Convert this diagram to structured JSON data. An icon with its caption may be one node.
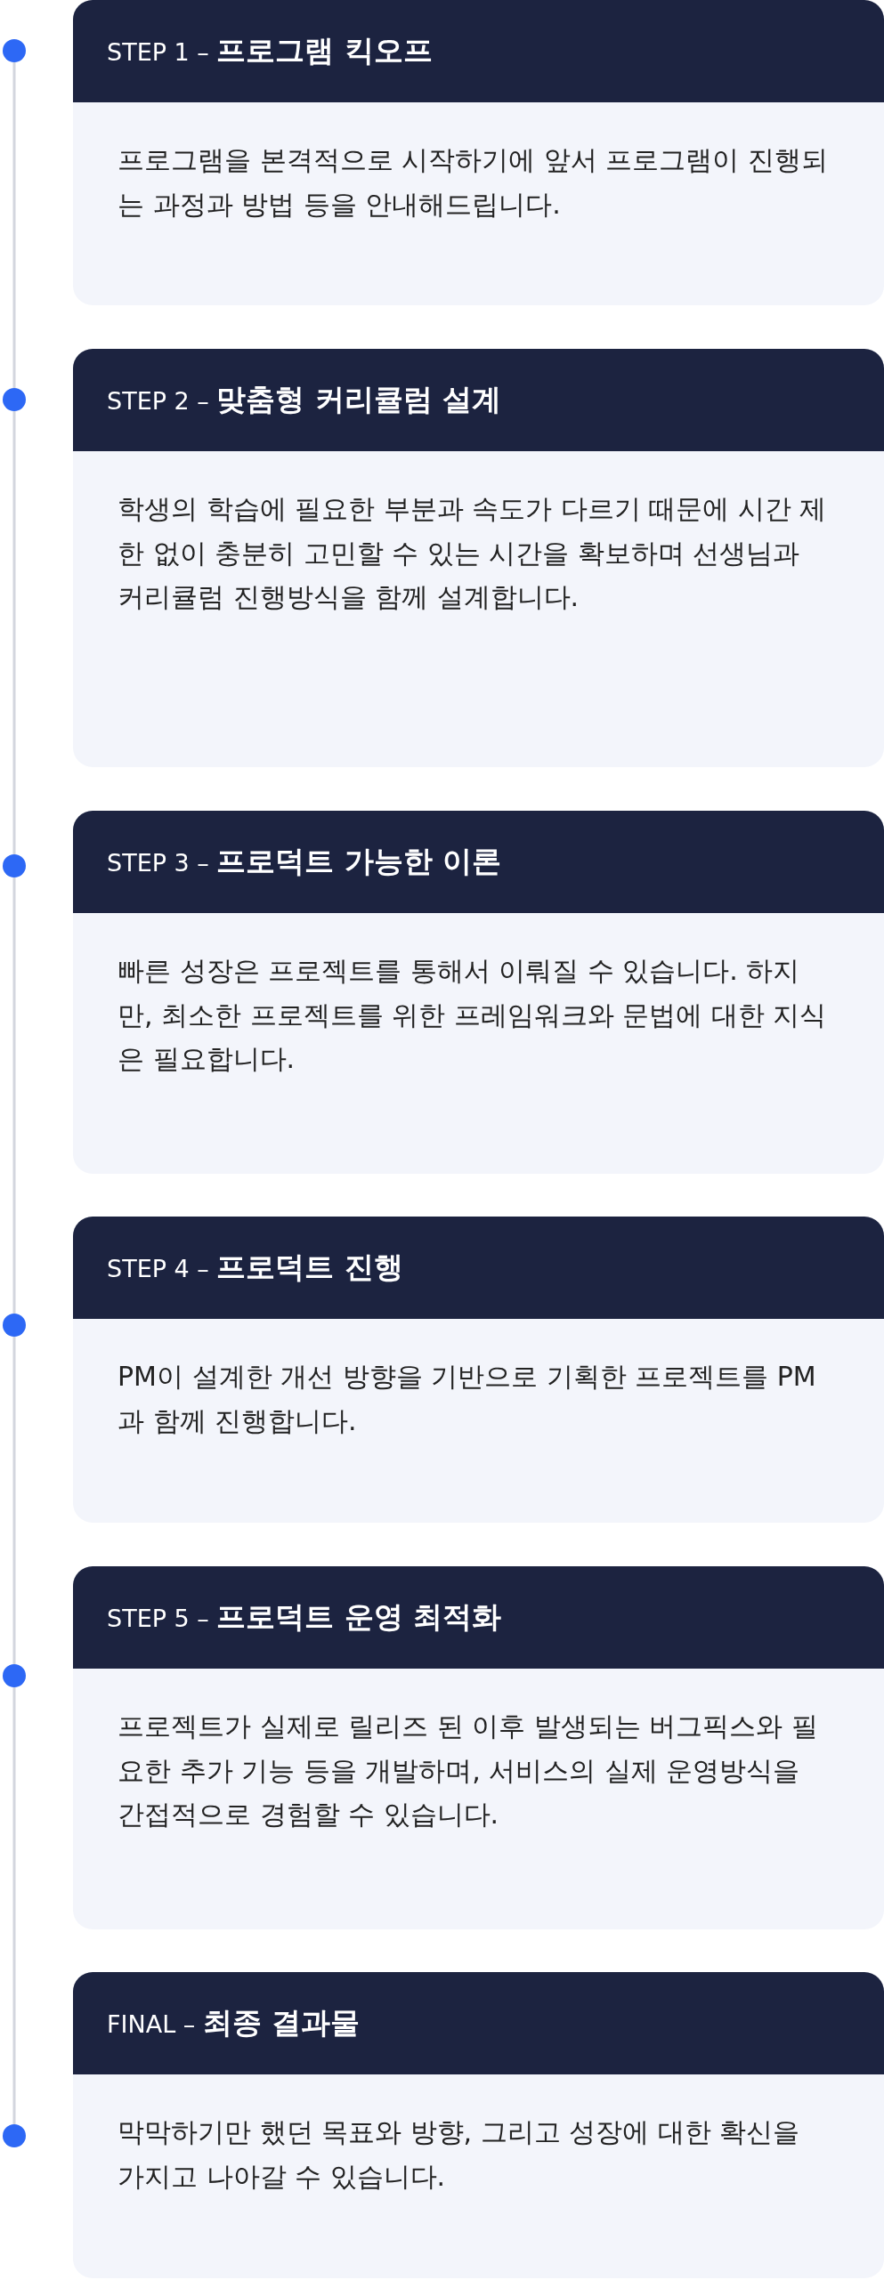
{
  "diagram": {
    "nodes": [
      {
        "text": [],
        "shape": "circle"
      },
      {
        "text": [
          "STEP 1 – **프로그램 킥오프**",
          "프로그램을 본격적으로 시작하기에 앞서 프로그램이 진행되는 과정과 방법 등을 안내해드립니다."
        ]
      },
      {
        "text": [],
        "shape": "circle"
      },
      {
        "text": [
          "STEP 2 – **맞춤형 커리큘럼 설계**",
          "학생의 학습에 필요한 부분과 속도가 다르기 때문에 시간 제한 없이 충분히 고민할 수 있는 시간을 확보하며 선생님과 커리큘럼 진행방식을 함께 설계합니다."
        ]
      },
      {
        "text": [],
        "shape": "circle"
      },
      {
        "text": [
          "STEP 3 – **프로덕트 가능한 이론**",
          "빠른 성장은 프로젝트를 통해서 이뤄질 수 있습니다. 하지만, 최소한 프로젝트를 위한 프레임워크와 문법에 대한 지식은 필요합니다."
        ]
      },
      {
        "text": [],
        "shape": "circle"
      },
      {
        "text": [
          "STEP 4 – **프로덕트 진행**",
          "PM이 설계한 개선 방향을 기반으로 기획한 프로젝트를 PM과 함께 진행합니다."
        ]
      },
      {
        "text": [],
        "shape": "circle"
      },
      {
        "text": [
          "STEP 5 – **프로덕트 운영 최적화**",
          "프로젝트가 실제로 릴리즈 된 이후 발생되는 버그픽스와 필요한 추가 기능 등을 개발하며, 서비스의 실제 운영방식을 간접적으로 경험할 수 있습니다."
        ]
      },
      {
        "text": [],
        "shape": "circle"
      },
      {
        "text": [
          "FINAL – **최종 결과물**",
          "막막하기만 했던 목표와 방향, 그리고 성장에 대한 확신을 가지고 나아갈 수 있습니다."
        ]
      }
    ],
    "edges": [
      {
        "from": 0,
        "to": 2,
        "arrow": "none"
      },
      {
        "from": 2,
        "to": 4,
        "arrow": "none"
      },
      {
        "from": 4,
        "to": 6,
        "arrow": "none"
      },
      {
        "from": 6,
        "to": 8,
        "arrow": "none"
      },
      {
        "from": 8,
        "to": 10,
        "arrow": "none"
      }
    ]
  }
}
